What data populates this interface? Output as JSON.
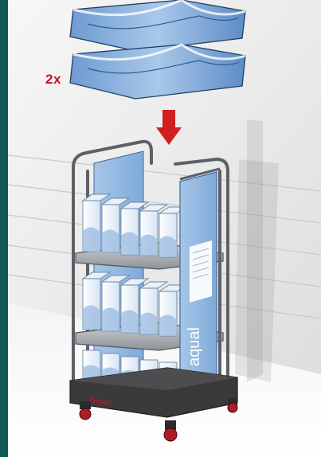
{
  "quantity_label": "2x",
  "cart_brand_label": "Dolav",
  "side_panel_brand": "aqual",
  "colors": {
    "frame": "#0f5a57",
    "wall": "#ececec",
    "blue": "#8fb6e0",
    "blue_dark": "#5d8cc4",
    "arrow_red": "#d0201e",
    "cart_base": "#3a3a3c",
    "wheel_red": "#b01c24"
  }
}
